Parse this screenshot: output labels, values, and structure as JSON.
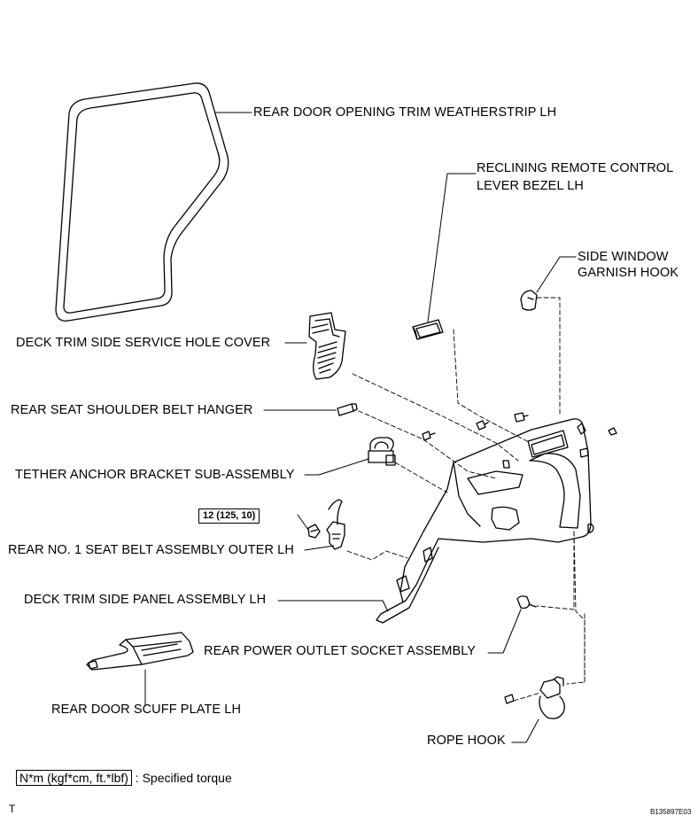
{
  "labels": {
    "weatherstrip": "REAR DOOR OPENING TRIM WEATHERSTRIP LH",
    "reclining_bezel_1": "RECLINING REMOTE CONTROL",
    "reclining_bezel_2": "LEVER BEZEL LH",
    "side_window_1": "SIDE WINDOW",
    "side_window_2": "GARNISH HOOK",
    "service_hole_cover": "DECK TRIM SIDE SERVICE HOLE COVER",
    "belt_hanger": "REAR SEAT SHOULDER BELT HANGER",
    "tether_anchor": "TETHER ANCHOR BRACKET SUB-ASSEMBLY",
    "seat_belt_outer": "REAR NO. 1 SEAT BELT ASSEMBLY OUTER LH",
    "side_panel": "DECK TRIM SIDE PANEL ASSEMBLY LH",
    "power_outlet": "REAR POWER OUTLET SOCKET ASSEMBLY",
    "scuff_plate": "REAR DOOR SCUFF PLATE LH",
    "rope_hook": "ROPE HOOK"
  },
  "torque_value": "12 (125, 10)",
  "legend": {
    "units": "N*m (kgf*cm, ft.*lbf)",
    "text": ": Specified torque"
  },
  "corner_left": "T",
  "corner_right": "B135897E03"
}
